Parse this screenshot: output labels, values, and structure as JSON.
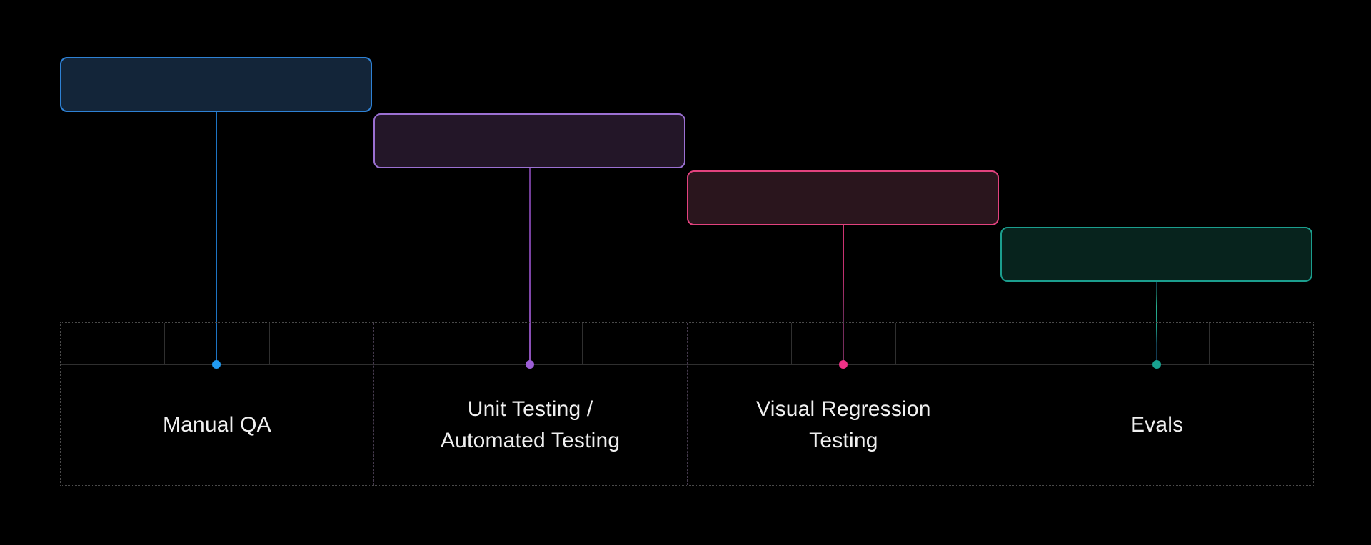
{
  "canvas": {
    "background": "#000000"
  },
  "stages": [
    {
      "label": "Manual QA",
      "box_fill": "#132539",
      "box_border": "#2e81d4",
      "dot_color": "#219bf2",
      "line_gradient": [
        "#1d74c4 0%",
        "#1d74c4 100%"
      ]
    },
    {
      "label": "Unit Testing /\nAutomated Testing",
      "box_fill": "#231628",
      "box_border": "#9b70d2",
      "dot_color": "#9c5ed6",
      "line_gradient": [
        "#6f3c94 0%",
        "#7d44a6 55%",
        "#8f54bc 100%"
      ]
    },
    {
      "label": "Visual Regression\nTesting",
      "box_fill": "#2a151d",
      "box_border": "#e2427e",
      "dot_color": "#ee3187",
      "line_gradient": [
        "#d03472 0%",
        "#c13070 35%",
        "#732c5c 65%",
        "#7c2d5e 100%"
      ]
    },
    {
      "label": "Evals",
      "box_fill": "#07231d",
      "box_border": "#1b9e8e",
      "dot_color": "#18a290",
      "line_gradient": [
        "#123c56 0%",
        "#156052 15%",
        "#27ae8f 30%",
        "#1e9a85 55%",
        "#123f52 75%",
        "#113a55 100%"
      ]
    }
  ],
  "table": {
    "header_cells_per_section": 3,
    "outer_border_color": "#4a4a4a",
    "section_border_color": "#463b4e",
    "cell_border_color": "#2f2f2f",
    "label_color": "#f0f0f0"
  }
}
